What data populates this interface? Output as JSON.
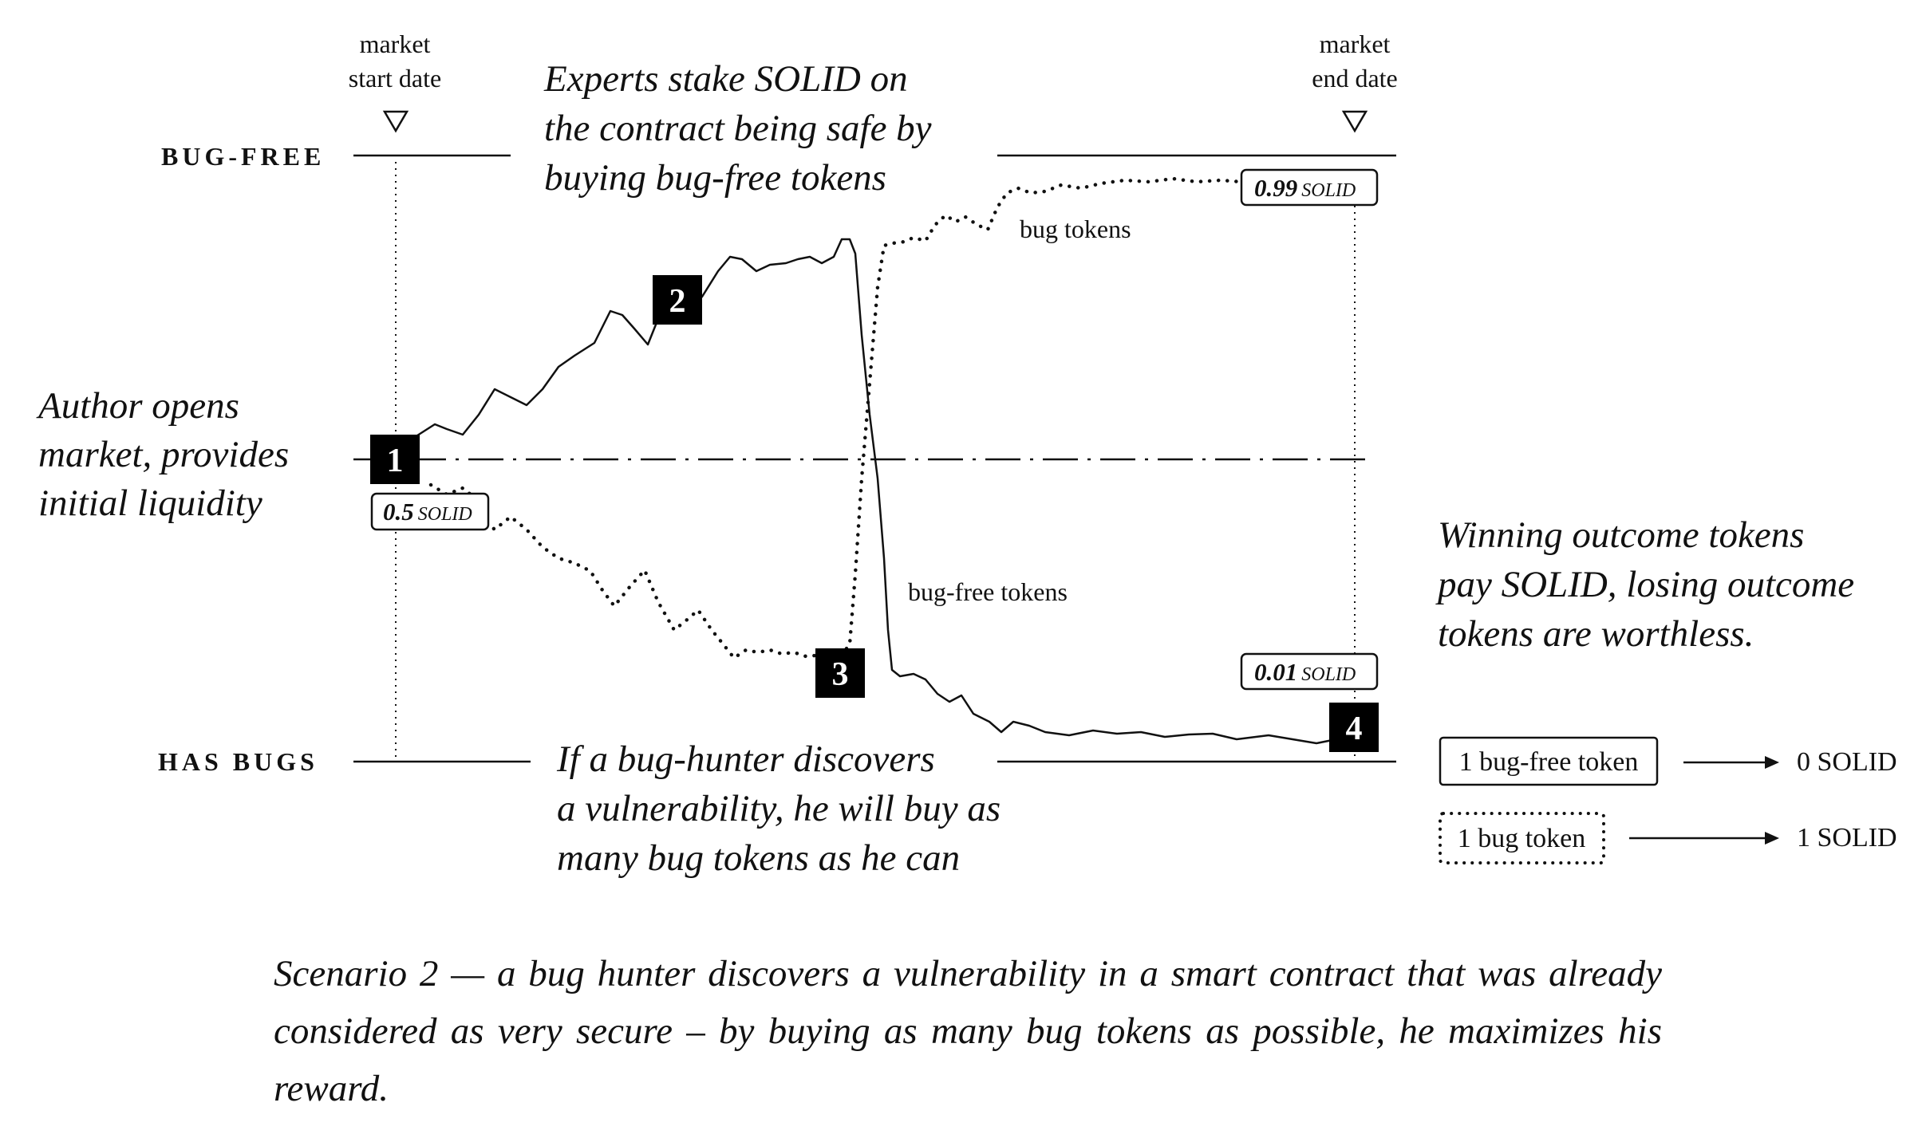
{
  "levels": {
    "top": "BUG-FREE",
    "bottom": "HAS BUGS"
  },
  "dates": {
    "start": [
      "market",
      "start date"
    ],
    "end": [
      "market",
      "end date"
    ]
  },
  "annotations": {
    "experts": [
      "Experts stake SOLID on",
      "the contract being safe by",
      "buying bug-free tokens"
    ],
    "author": [
      "Author opens",
      "market, provides",
      "initial liquidity"
    ],
    "hunter": [
      "If a bug-hunter discovers",
      "a vulnerability, he will buy as",
      "many bug tokens as he can"
    ],
    "winning": [
      "Winning outcome tokens",
      "pay SOLID, losing outcome",
      "tokens are worthless."
    ]
  },
  "series_labels": {
    "bug": "bug tokens",
    "bugfree": "bug-free tokens"
  },
  "prices": {
    "initial": {
      "value": "0.5",
      "unit": "SOLID"
    },
    "bug_final": {
      "value": "0.99",
      "unit": "SOLID"
    },
    "bugfree_final": {
      "value": "0.01",
      "unit": "SOLID"
    }
  },
  "steps": [
    "1",
    "2",
    "3",
    "4"
  ],
  "legend": [
    {
      "token": "1 bug-free token",
      "payout": "0 SOLID",
      "style": "solid"
    },
    {
      "token": "1 bug token",
      "payout": "1 SOLID",
      "style": "dotted"
    }
  ],
  "caption": "Scenario 2 — a bug hunter discovers a vulnerability in a smart contract that was already considered as very secure – by buying as many bug tokens as possible, he maximizes his reward.",
  "colors": {
    "ink": "#111111",
    "background": "#ffffff"
  }
}
